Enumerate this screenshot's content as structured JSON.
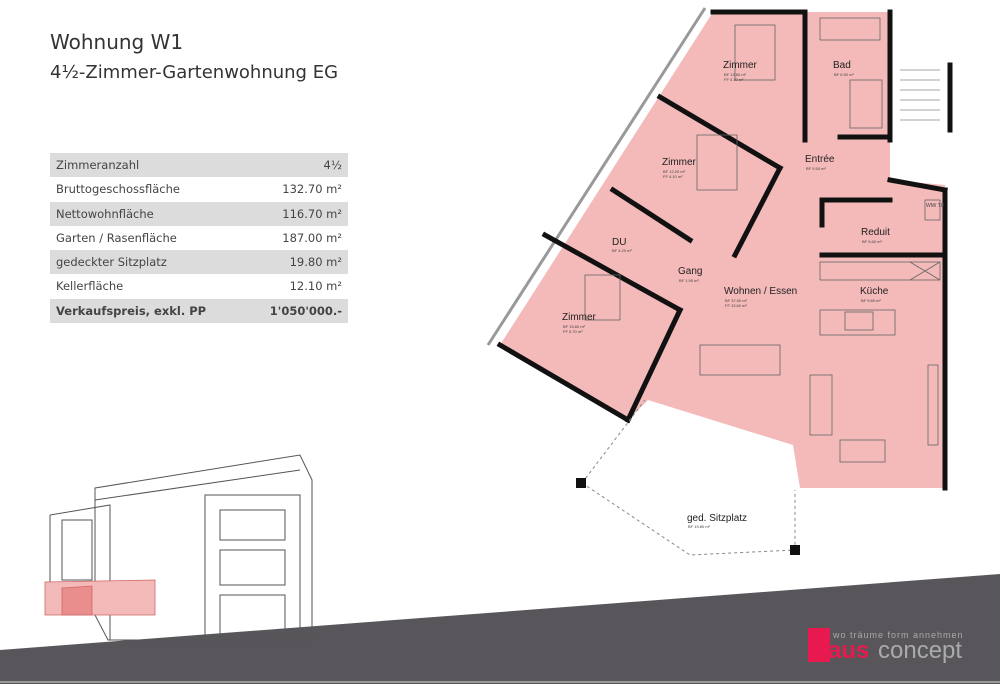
{
  "header": {
    "title": "Wohnung W1",
    "subtitle": "4½-Zimmer-Gartenwohnung EG"
  },
  "facts": [
    {
      "label": "Zimmeranzahl",
      "value": "4½"
    },
    {
      "label": "Bruttogeschossfläche",
      "value": "132.70 m²"
    },
    {
      "label": "Nettowohnfläche",
      "value": "116.70 m²"
    },
    {
      "label": "Garten / Rasenfläche",
      "value": "187.00 m²"
    },
    {
      "label": "gedeckter Sitzplatz",
      "value": "19.80 m²"
    },
    {
      "label": "Kellerfläche",
      "value": "12.10 m²"
    },
    {
      "label": "Verkaufspreis, exkl. PP",
      "value": "1'050'000.-"
    }
  ],
  "plan": {
    "rooms": {
      "zimmer1": {
        "name": "Zimmer",
        "area1": "BF 12.60 m²",
        "area2": "FF 4.10 m²"
      },
      "bad": {
        "name": "Bad",
        "area1": "BF 6.90 m²"
      },
      "zimmer2": {
        "name": "Zimmer",
        "area1": "BF 12.20 m²",
        "area2": "FF 4.10 m²"
      },
      "entree": {
        "name": "Entrée",
        "area1": "BF 9.50 m²"
      },
      "wmtu": {
        "name": "WM/ TU"
      },
      "reduit": {
        "name": "Reduit",
        "area1": "BF 5.60 m²"
      },
      "du": {
        "name": "DU",
        "area1": "BF 4.20 m²"
      },
      "gang": {
        "name": "Gang",
        "area1": "BF 1.90 m²"
      },
      "wohnen": {
        "name": "Wohnen / Essen",
        "area1": "BF 37.00 m²",
        "area2": "FF 13.60 m²"
      },
      "kueche": {
        "name": "Küche",
        "area1": "BF 9.60 m²"
      },
      "zimmer3": {
        "name": "Zimmer",
        "area1": "BF 15.60 m²",
        "area2": "FF 5.70 m²"
      },
      "sitzplatz": {
        "name": "ged. Sitzplatz",
        "area1": "BF 19.80 m²"
      }
    },
    "highlight_color": "#f4b9b9"
  },
  "brand": {
    "name": "rausconcept",
    "part1": "aus",
    "part2": "concept",
    "tagline": "wo träume form annehmen",
    "color": "#e8194e",
    "band_color": "#58565a"
  }
}
